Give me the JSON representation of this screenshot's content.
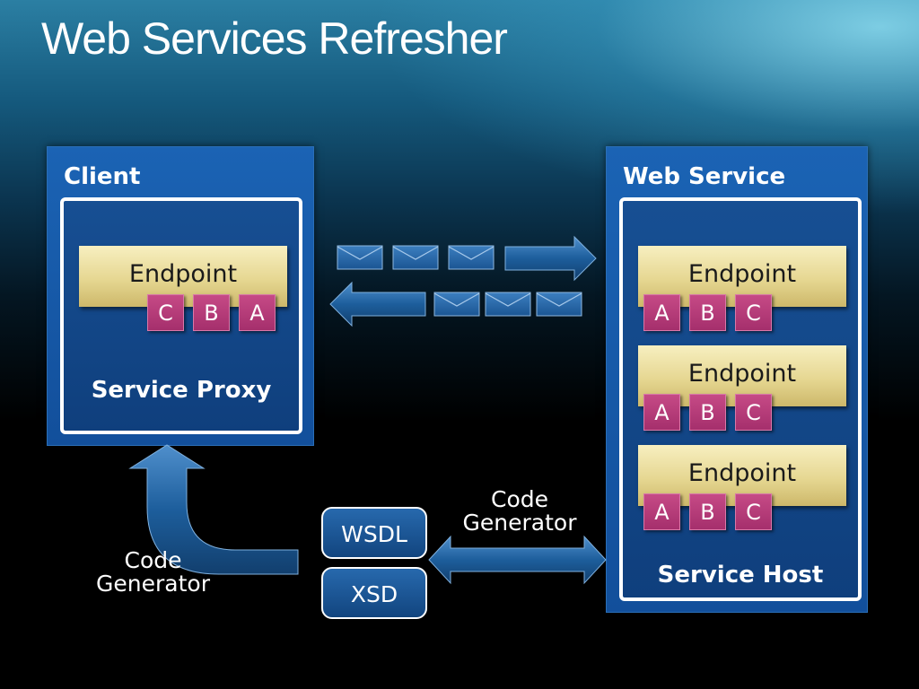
{
  "title": "Web Services Refresher",
  "client": {
    "label": "Client",
    "endpoint_label": "Endpoint",
    "contract": [
      "C",
      "B",
      "A"
    ],
    "proxy_label": "Service Proxy"
  },
  "web_service": {
    "label": "Web Service",
    "endpoints": [
      {
        "label": "Endpoint",
        "contract": [
          "A",
          "B",
          "C"
        ]
      },
      {
        "label": "Endpoint",
        "contract": [
          "A",
          "B",
          "C"
        ]
      },
      {
        "label": "Endpoint",
        "contract": [
          "A",
          "B",
          "C"
        ]
      }
    ],
    "host_label": "Service Host"
  },
  "metadata": {
    "wsdl": "WSDL",
    "xsd": "XSD"
  },
  "code_generator_left": {
    "line1": "Code",
    "line2": "Generator"
  },
  "code_generator_right": {
    "line1": "Code",
    "line2": "Generator"
  },
  "colors": {
    "panel": "#1b63b4",
    "endpoint": "#e6d792",
    "contract": "#b83a78",
    "arrow": "#1d5e9c"
  }
}
